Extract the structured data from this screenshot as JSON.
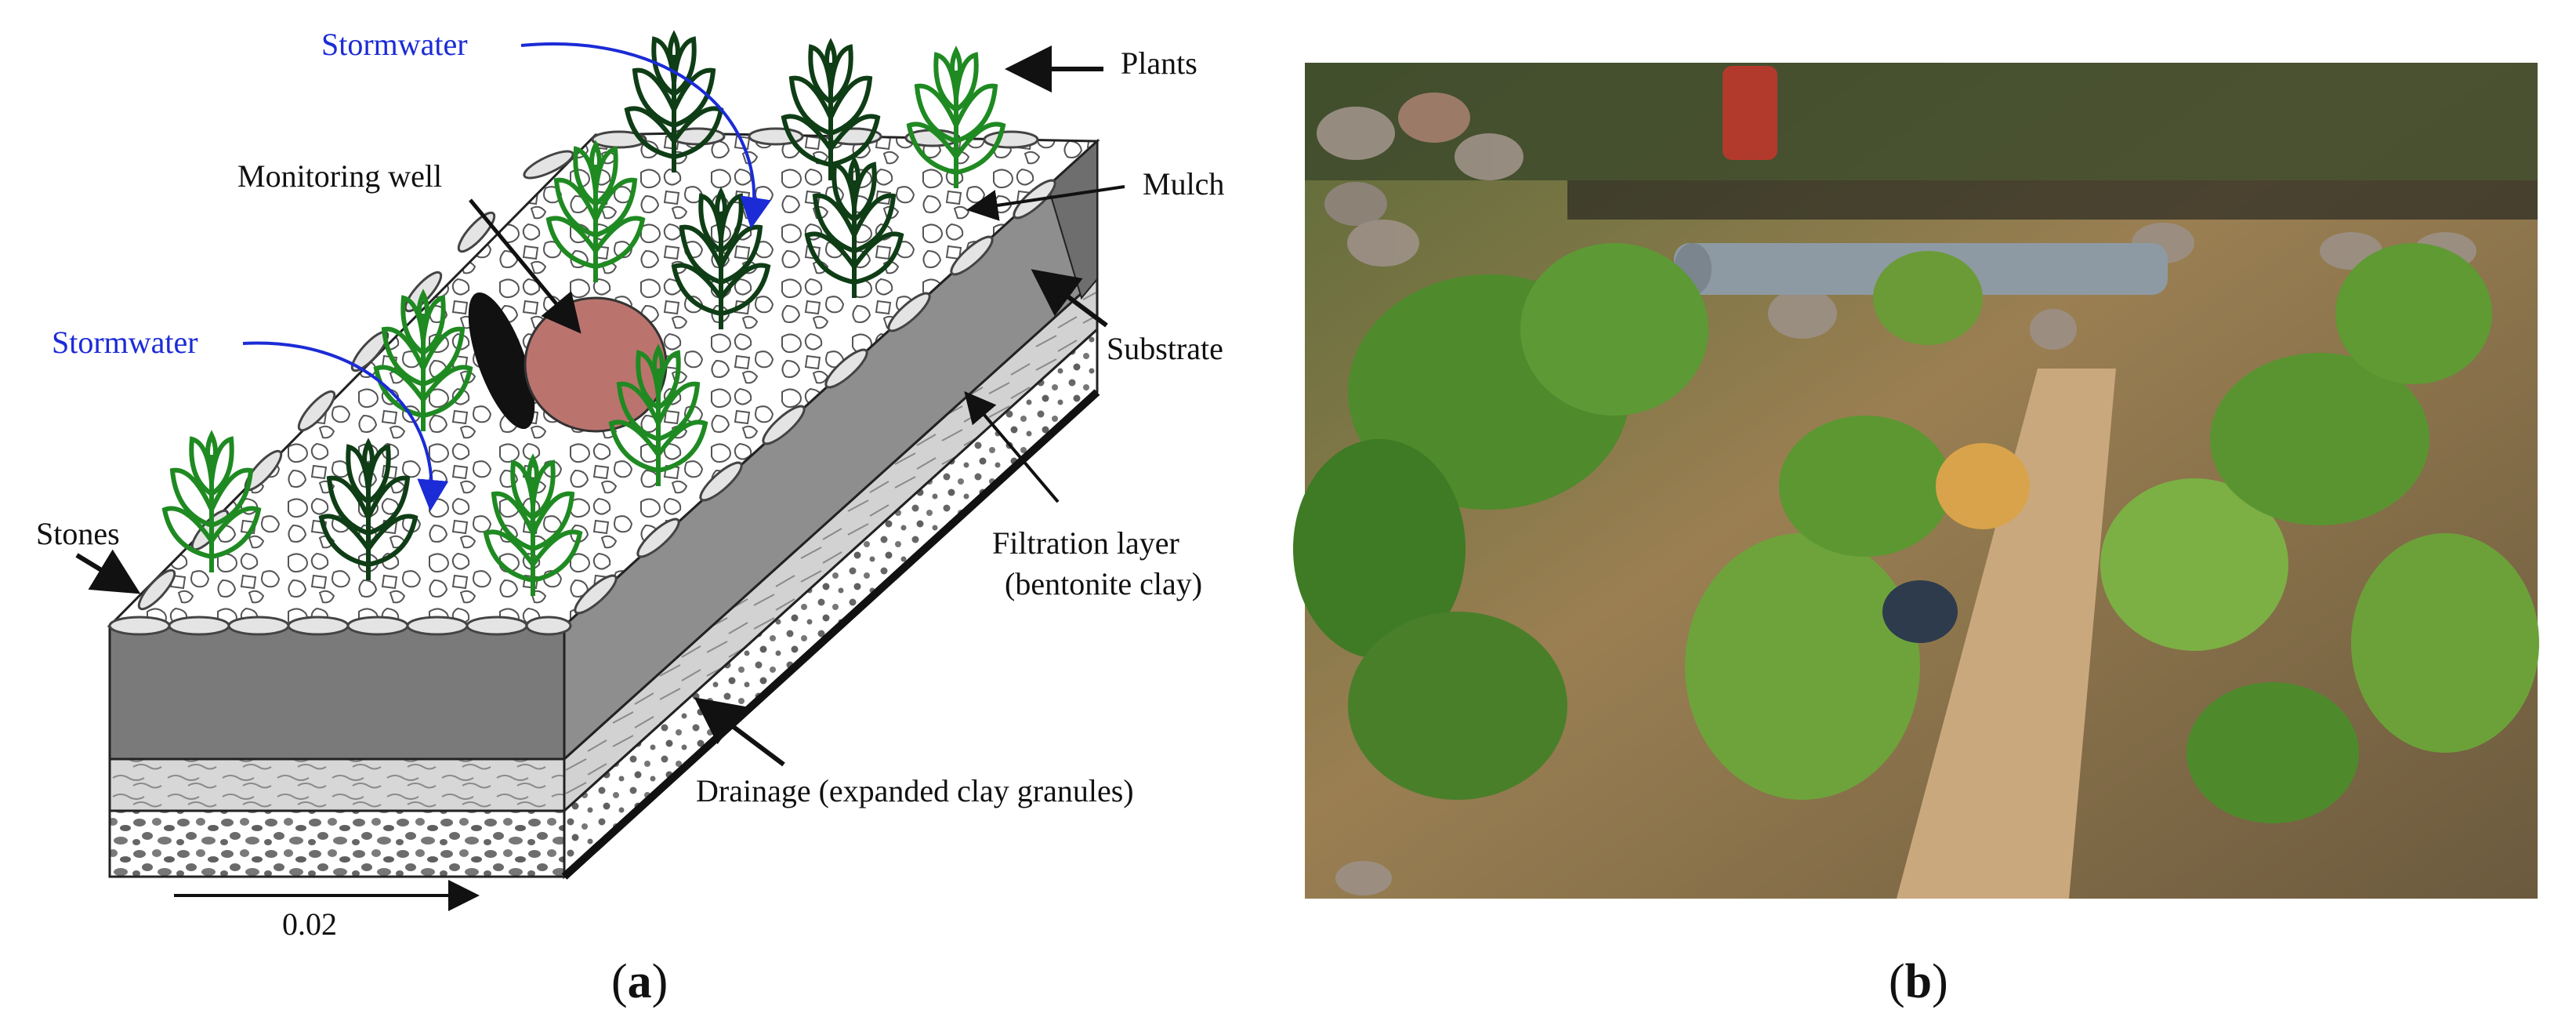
{
  "panel_a": {
    "labels": {
      "stormwater_top": "Stormwater",
      "stormwater_left": "Stormwater",
      "plants": "Plants",
      "mulch": "Mulch",
      "monitoring_well": "Monitoring well",
      "substrate": "Substrate",
      "stones": "Stones",
      "filtration_1": "Filtration layer",
      "filtration_2": "(bentonite clay)",
      "drainage": "Drainage (expanded clay granules)",
      "slope": "0.02"
    },
    "caption_open": "(",
    "caption_letter": "a",
    "caption_close": ")"
  },
  "panel_b": {
    "caption_open": "(",
    "caption_letter": "b",
    "caption_close": ")"
  },
  "colors": {
    "plant_light": "#1f8a22",
    "plant_dark": "#0f3d16",
    "substrate_front": "#7a7a7a",
    "substrate_side": "#8e8e8e",
    "filtration": "#d5d5d5",
    "well_top": "#bb736e",
    "stormwater_arrow": "#1b2bd6"
  }
}
